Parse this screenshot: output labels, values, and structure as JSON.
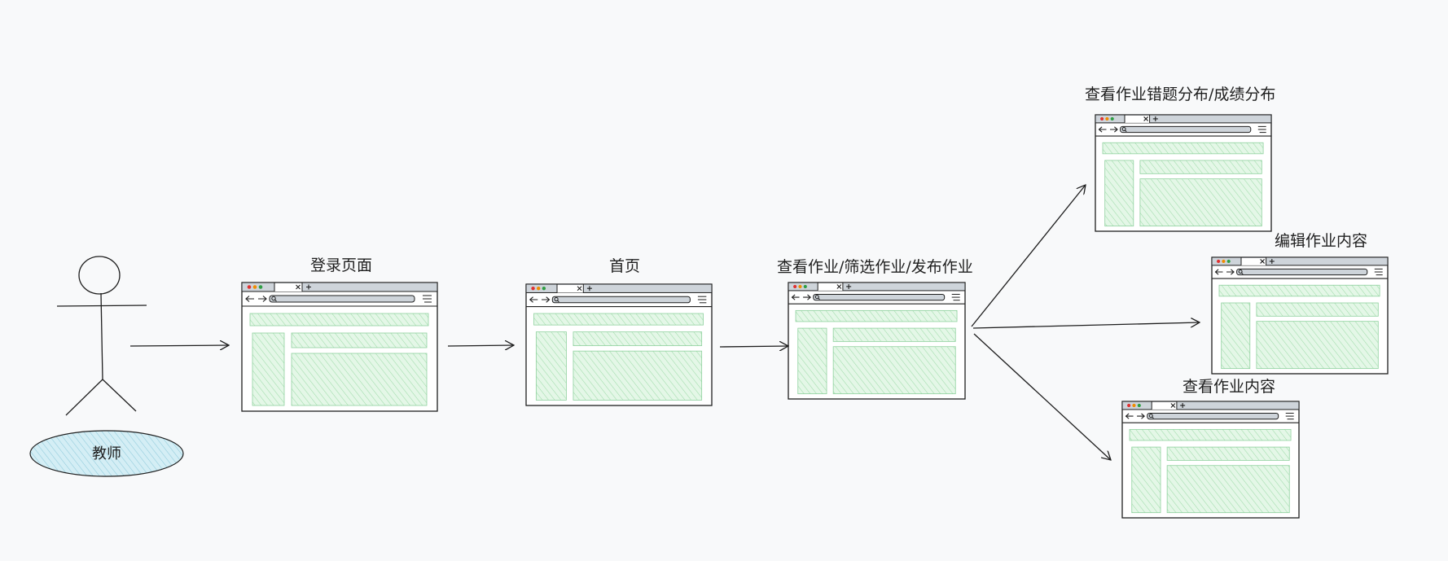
{
  "actor": {
    "name": "教师",
    "ellipse_fill": "#a5d8e6"
  },
  "pages": [
    {
      "id": "login",
      "title": "登录页面"
    },
    {
      "id": "home",
      "title": "首页"
    },
    {
      "id": "homework",
      "title": "查看作业/筛选作业/发布作业"
    },
    {
      "id": "errors",
      "title": "查看作业错题分布/成绩分布"
    },
    {
      "id": "edit",
      "title": "编辑作业内容"
    },
    {
      "id": "content",
      "title": "查看作业内容"
    }
  ],
  "colors": {
    "background": "#f8f9fa",
    "stroke": "#1e1e1e",
    "placeholder_fill": "#b2f2bb",
    "tab_bar": "#ced4da",
    "dot_red": "#e03131",
    "dot_orange": "#f08c00",
    "dot_green": "#2f9e44"
  }
}
